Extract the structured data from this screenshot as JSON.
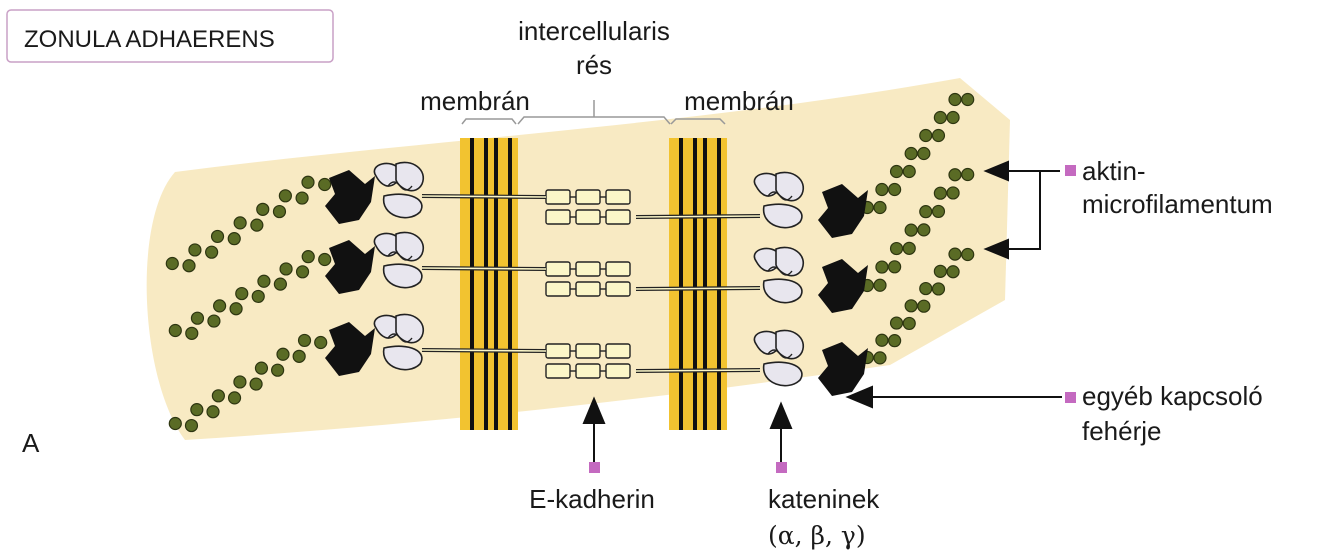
{
  "title": "ZONULA ADHAERENS",
  "panel_label": "A",
  "labels": {
    "gap_line1": "intercellularis",
    "gap_line2": "rés",
    "membrane_left": "membrán",
    "membrane_right": "membrán",
    "actin_line1": "aktin-",
    "actin_line2": "microfilamentum",
    "other_line1": "egyéb kapcsoló",
    "other_line2": "fehérje",
    "ecadherin": "E-kadherin",
    "catenins_line1": "kateninek",
    "catenins_line2": "(α, β, γ)"
  },
  "colors": {
    "cytoplasm": "#f7e6b8",
    "membrane": "#f2c330",
    "actin": "#5a6b25",
    "linker": "#111111",
    "cadherin": "#fbf6c8",
    "catenin": "#e8e6ee",
    "bullet": "#c46ac0"
  }
}
